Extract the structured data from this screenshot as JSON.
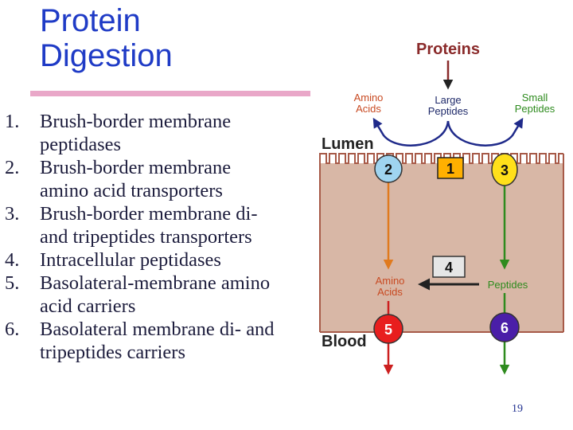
{
  "title": {
    "line1": "Protein",
    "line2": "Digestion"
  },
  "steps": [
    {
      "num": "1.",
      "lines": [
        "Brush-border membrane",
        "peptidases"
      ]
    },
    {
      "num": "2.",
      "lines": [
        "Brush-border membrane",
        "amino acid transporters"
      ]
    },
    {
      "num": "3.",
      "lines": [
        "Brush-border membrane di-",
        "and tripeptides transporters"
      ]
    },
    {
      "num": "4.",
      "lines": [
        "Intracellular peptidases"
      ]
    },
    {
      "num": "5.",
      "lines": [
        "Basolateral-membrane amino",
        "acid carriers"
      ]
    },
    {
      "num": "6.",
      "lines": [
        "Basolateral membrane di- and",
        "tripeptides carriers"
      ]
    }
  ],
  "diagram": {
    "proteins": "Proteins",
    "amino_acids_top": [
      "Amino",
      "Acids"
    ],
    "large_peptides": [
      "Large",
      "Peptides"
    ],
    "small_peptides": [
      "Small",
      "Peptides"
    ],
    "lumen": "Lumen",
    "blood": "Blood",
    "amino_acids_mid": [
      "Amino",
      "Acids"
    ],
    "peptides": "Peptides",
    "markers": [
      "1",
      "2",
      "3",
      "4",
      "5",
      "6"
    ]
  },
  "colors": {
    "title": "#1f3bc6",
    "cell": "#d8b7a6",
    "cell_border": "#a75a48",
    "blue_arrow": "#1f2a8a",
    "orange_arrow": "#e07a1e",
    "green_arrow": "#2e8b1e",
    "red_arrow": "#cc1f1f",
    "marker1": "#ffb000",
    "marker2": "#9fd4f0",
    "marker3": "#ffe01a",
    "marker4": "#e6e6e6",
    "marker5": "#e81e1e",
    "marker6": "#4a1ea8"
  },
  "page_number": "19"
}
